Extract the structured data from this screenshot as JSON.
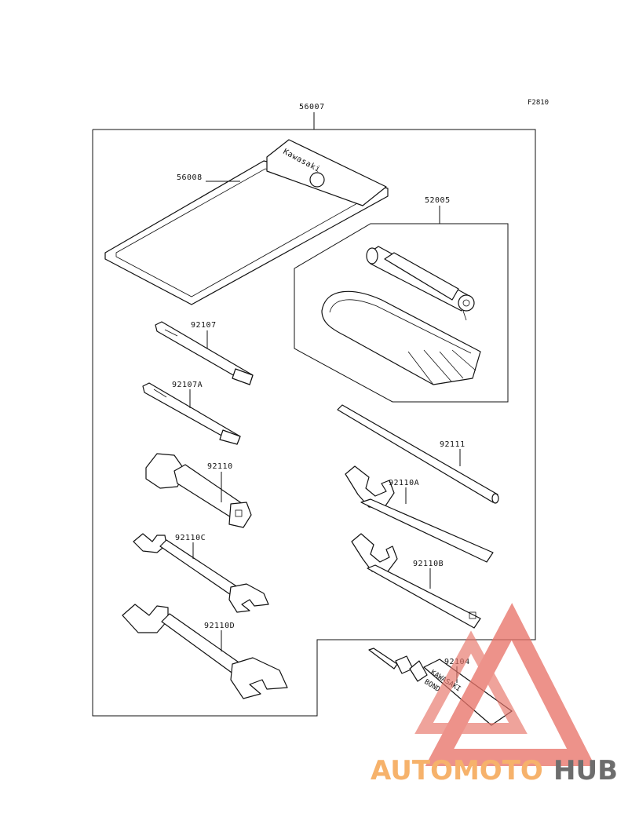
{
  "diagram": {
    "ref_code": "F2810",
    "labels": {
      "kit": "56007",
      "case": "56008",
      "pump_kit": "52005",
      "driver_plus": "92107",
      "driver_plus_a": "92107A",
      "plug_wrench": "92110",
      "hook_wrench_a": "92110A",
      "hook_wrench_b": "92110B",
      "wrench_c": "92110C",
      "wrench_d": "92110D",
      "handle": "92111",
      "bond": "92104"
    },
    "case_text": "Kawasaki",
    "bond_tube_text": [
      "KAWASAKI",
      "BOND"
    ]
  },
  "watermark": {
    "part1": "AUTOMOTO",
    "part2": "HUB",
    "colors": {
      "triangle": "#e8746a",
      "part1": "#f6b26b",
      "part2": "#6d6d6d"
    }
  }
}
